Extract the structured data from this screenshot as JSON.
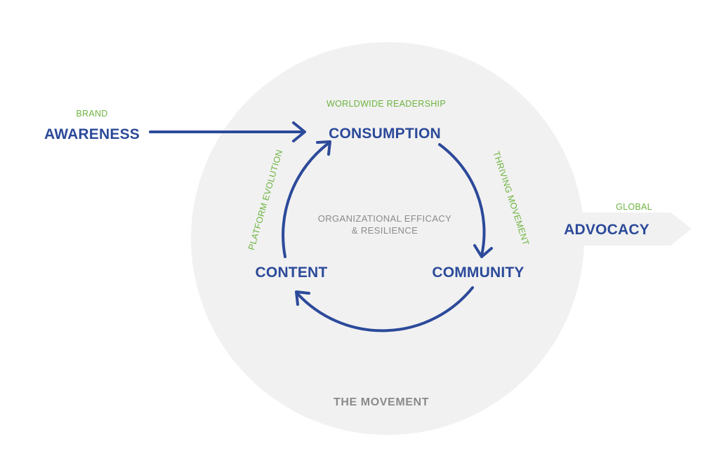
{
  "colors": {
    "primary": "#2c4a9a",
    "accent_green": "#6db33f",
    "muted_gray": "#8a8a8a",
    "bg_circle": "#f1f1f1",
    "fade_arrow": "#eeeeee"
  },
  "diagram": {
    "nodes": {
      "awareness": {
        "label": "AWARENESS",
        "sublabel": "BRAND"
      },
      "consumption": {
        "label": "CONSUMPTION",
        "sublabel": "WORLDWIDE READERSHIP"
      },
      "community": {
        "label": "COMMUNITY"
      },
      "content": {
        "label": "CONTENT"
      },
      "advocacy": {
        "label": "ADVOCACY",
        "sublabel": "GLOBAL"
      }
    },
    "edge_labels": {
      "thriving": "THRIVING MOVEMENT",
      "platform": "PLATFORM EVOLUTION"
    },
    "center": {
      "line1": "ORGANIZATIONAL EFFICACY",
      "line2": "& RESILIENCE"
    },
    "movement": "THE MOVEMENT"
  }
}
